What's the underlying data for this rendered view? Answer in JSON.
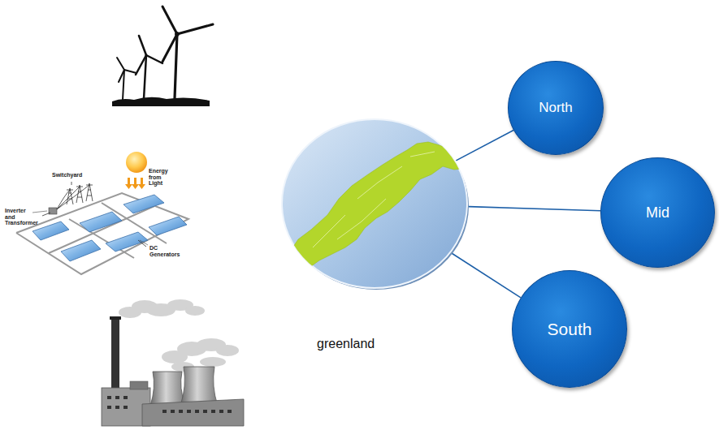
{
  "diagram": {
    "nodes": [
      {
        "text": [
          "greenland"
        ]
      },
      {
        "text": [
          "North"
        ]
      },
      {
        "text": [
          "Mid"
        ]
      },
      {
        "text": [
          "South"
        ]
      }
    ],
    "edges": [
      {
        "from": 0,
        "to": 1,
        "arrow": "none"
      },
      {
        "from": 0,
        "to": 2,
        "arrow": "none"
      },
      {
        "from": 0,
        "to": 3,
        "arrow": "none"
      }
    ],
    "labels": [
      "Switchyard",
      "Energy from Light",
      "Inverter and Transformer",
      "DC Generators"
    ]
  }
}
